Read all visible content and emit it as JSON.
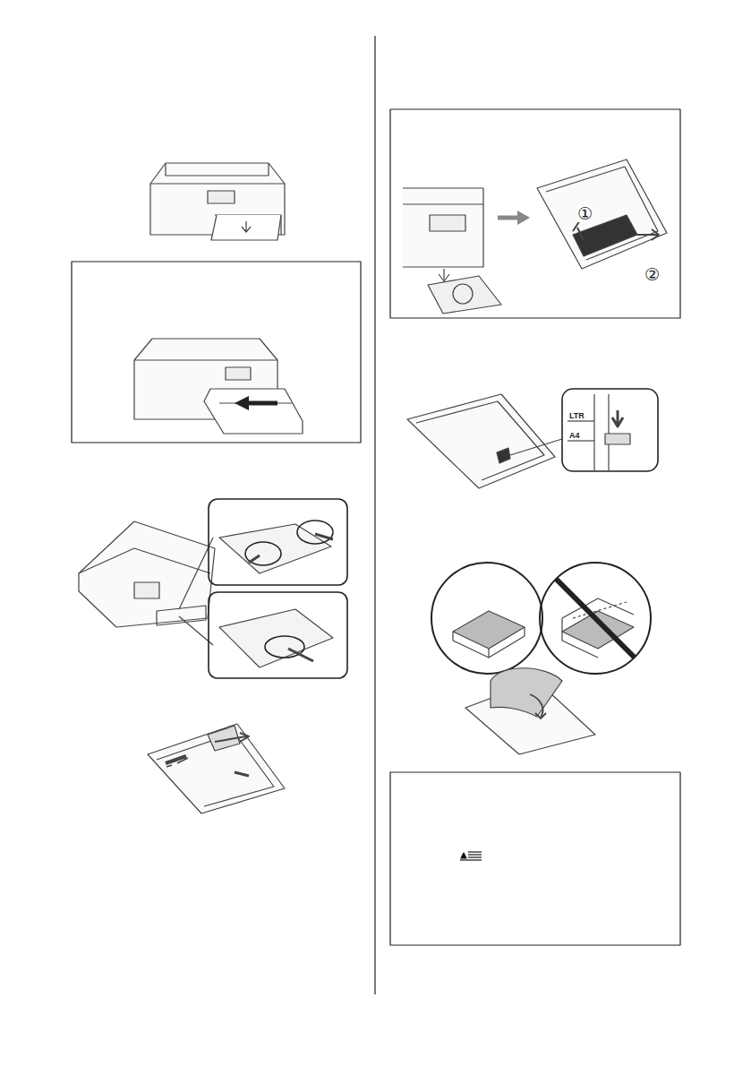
{
  "diagram": {
    "labels": [
      "①",
      "②",
      "LTR",
      "A4"
    ]
  }
}
